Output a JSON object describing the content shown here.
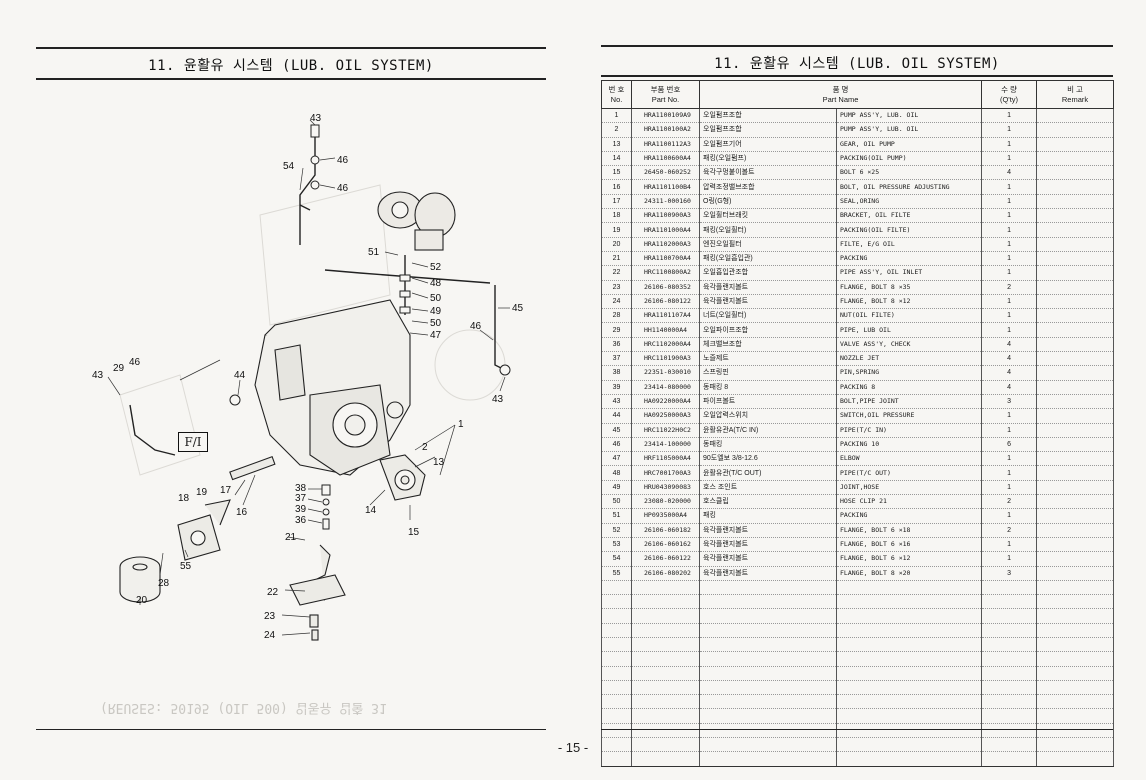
{
  "left_page": {
    "title": "11. 윤활유 시스템 (LUB. OIL SYSTEM)",
    "fi_label": "F/I",
    "callouts": [
      "43",
      "54",
      "46",
      "46",
      "51",
      "52",
      "48",
      "50",
      "49",
      "50",
      "47",
      "45",
      "46",
      "43",
      "44",
      "43",
      "29",
      "46",
      "1",
      "2",
      "13",
      "17",
      "16",
      "18",
      "19",
      "38",
      "37",
      "39",
      "36",
      "14",
      "15",
      "21",
      "55",
      "28",
      "20",
      "22",
      "23",
      "24"
    ],
    "mirrored_text": "(REUSES: 50195 (OIL 500) 입동유 입출 31"
  },
  "right_page": {
    "title": "11. 윤활유 시스템 (LUB. OIL SYSTEM)",
    "headers": {
      "no_ko": "번 호",
      "no_en": "No.",
      "part_no_ko": "부품 번호",
      "part_no_en": "Part No.",
      "name_ko": "품 명",
      "name_en": "Part Name",
      "qty_ko": "수 량",
      "qty_en": "(Q'ty)",
      "remark_ko": "비 고",
      "remark_en": "Remark"
    },
    "rows": [
      {
        "no": "1",
        "part": "HRA1100109A9",
        "ko": "오일펌프조합",
        "en": "PUMP ASS'Y, LUB. OIL",
        "qty": "1"
      },
      {
        "no": "2",
        "part": "HRA1100100A2",
        "ko": "오일펌프조합",
        "en": "PUMP ASS'Y, LUB. OIL",
        "qty": "1"
      },
      {
        "no": "13",
        "part": "HRA1100112A3",
        "ko": "오일펌프기어",
        "en": "GEAR, OIL PUMP",
        "qty": "1"
      },
      {
        "no": "14",
        "part": "HRA1100600A4",
        "ko": "패킹(오일펌프)",
        "en": "PACKING(OIL PUMP)",
        "qty": "1"
      },
      {
        "no": "15",
        "part": "26450-060252",
        "ko": "육각구멍붙이볼트",
        "en": "BOLT 6 ×25",
        "qty": "4"
      },
      {
        "no": "16",
        "part": "HRA1101100B4",
        "ko": "압력조정밸브조합",
        "en": "BOLT, OIL PRESSURE ADJUSTING",
        "qty": "1"
      },
      {
        "no": "17",
        "part": "24311-000160",
        "ko": "O링(G형)",
        "en": "SEAL,ORING",
        "qty": "1"
      },
      {
        "no": "18",
        "part": "HRA1100900A3",
        "ko": "오일휠터브래킷",
        "en": "BRACKET, OIL FILTE",
        "qty": "1"
      },
      {
        "no": "19",
        "part": "HRA1101000A4",
        "ko": "패킹(오일휠터)",
        "en": "PACKING(OIL FILTE)",
        "qty": "1"
      },
      {
        "no": "20",
        "part": "HRA1102000A3",
        "ko": "엔진오일필터",
        "en": "FILTE, E/G OIL",
        "qty": "1"
      },
      {
        "no": "21",
        "part": "HRA1100700A4",
        "ko": "패킹(오일흡입관)",
        "en": "PACKING",
        "qty": "1"
      },
      {
        "no": "22",
        "part": "HRC1100800A2",
        "ko": "오일흡입관조합",
        "en": "PIPE ASS'Y, OIL INLET",
        "qty": "1"
      },
      {
        "no": "23",
        "part": "26106-080352",
        "ko": "육각플랜지볼트",
        "en": "FLANGE, BOLT 8 ×35",
        "qty": "2"
      },
      {
        "no": "24",
        "part": "26106-080122",
        "ko": "육각플랜지볼트",
        "en": "FLANGE, BOLT 8 ×12",
        "qty": "1"
      },
      {
        "no": "28",
        "part": "HRA1101107A4",
        "ko": "너트(오일휠터)",
        "en": "NUT(OIL FILTE)",
        "qty": "1"
      },
      {
        "no": "29",
        "part": "HH1140000A4",
        "ko": "오일파이프조합",
        "en": "PIPE, LUB OIL",
        "qty": "1"
      },
      {
        "no": "36",
        "part": "HRC1102000A4",
        "ko": "체크밸브조합",
        "en": "VALVE ASS'Y, CHECK",
        "qty": "4"
      },
      {
        "no": "37",
        "part": "HRC1101900A3",
        "ko": "노즐제트",
        "en": "NOZZLE JET",
        "qty": "4"
      },
      {
        "no": "38",
        "part": "22351-030010",
        "ko": "스프링핀",
        "en": "PIN,SPRING",
        "qty": "4"
      },
      {
        "no": "39",
        "part": "23414-080000",
        "ko": "동패킹 8",
        "en": "PACKING 8",
        "qty": "4"
      },
      {
        "no": "43",
        "part": "HA09220000A4",
        "ko": "파이프볼트",
        "en": "BOLT,PIPE JOINT",
        "qty": "3"
      },
      {
        "no": "44",
        "part": "HA09250000A3",
        "ko": "오일압력스위치",
        "en": "SWITCH,OIL PRESSURE",
        "qty": "1"
      },
      {
        "no": "45",
        "part": "HRC11022H0C2",
        "ko": "윤활유관A(T/C IN)",
        "en": "PIPE(T/C IN)",
        "qty": "1"
      },
      {
        "no": "46",
        "part": "23414-100000",
        "ko": "동패킹",
        "en": "PACKING 10",
        "qty": "6"
      },
      {
        "no": "47",
        "part": "HRF1105000A4",
        "ko": "90도엘보 3/8-12.6",
        "en": "ELBOW",
        "qty": "1"
      },
      {
        "no": "48",
        "part": "HRC7001700A3",
        "ko": "윤활유관(T/C OUT)",
        "en": "PIPE(T/C OUT)",
        "qty": "1"
      },
      {
        "no": "49",
        "part": "HRU043090083",
        "ko": "호스 조인트",
        "en": "JOINT,HOSE",
        "qty": "1"
      },
      {
        "no": "50",
        "part": "23080-020000",
        "ko": "호스클립",
        "en": "HOSE CLIP 21",
        "qty": "2"
      },
      {
        "no": "51",
        "part": "HP0935000A4",
        "ko": "패킹",
        "en": "PACKING",
        "qty": "1"
      },
      {
        "no": "52",
        "part": "26106-060182",
        "ko": "육각플랜지볼트",
        "en": "FLANGE, BOLT 6 ×18",
        "qty": "2"
      },
      {
        "no": "53",
        "part": "26106-060162",
        "ko": "육각플랜지볼트",
        "en": "FLANGE, BOLT 6 ×16",
        "qty": "1"
      },
      {
        "no": "54",
        "part": "26106-060122",
        "ko": "육각플랜지볼트",
        "en": "FLANGE, BOLT 6 ×12",
        "qty": "1"
      },
      {
        "no": "55",
        "part": "26106-080202",
        "ko": "육각플랜지볼트",
        "en": "FLANGE, BOLT 8 ×20",
        "qty": "3"
      },
      {
        "no": "",
        "part": "",
        "ko": "",
        "en": "",
        "qty": ""
      },
      {
        "no": "",
        "part": "",
        "ko": "",
        "en": "",
        "qty": ""
      },
      {
        "no": "",
        "part": "",
        "ko": "",
        "en": "",
        "qty": ""
      },
      {
        "no": "",
        "part": "",
        "ko": "",
        "en": "",
        "qty": ""
      },
      {
        "no": "",
        "part": "",
        "ko": "",
        "en": "",
        "qty": ""
      },
      {
        "no": "",
        "part": "",
        "ko": "",
        "en": "",
        "qty": ""
      },
      {
        "no": "",
        "part": "",
        "ko": "",
        "en": "",
        "qty": ""
      },
      {
        "no": "",
        "part": "",
        "ko": "",
        "en": "",
        "qty": ""
      },
      {
        "no": "",
        "part": "",
        "ko": "",
        "en": "",
        "qty": ""
      },
      {
        "no": "",
        "part": "",
        "ko": "",
        "en": "",
        "qty": ""
      },
      {
        "no": "",
        "part": "",
        "ko": "",
        "en": "",
        "qty": ""
      },
      {
        "no": "",
        "part": "",
        "ko": "",
        "en": "",
        "qty": ""
      },
      {
        "no": "",
        "part": "",
        "ko": "",
        "en": "",
        "qty": ""
      }
    ]
  },
  "page_number": "- 15 -"
}
